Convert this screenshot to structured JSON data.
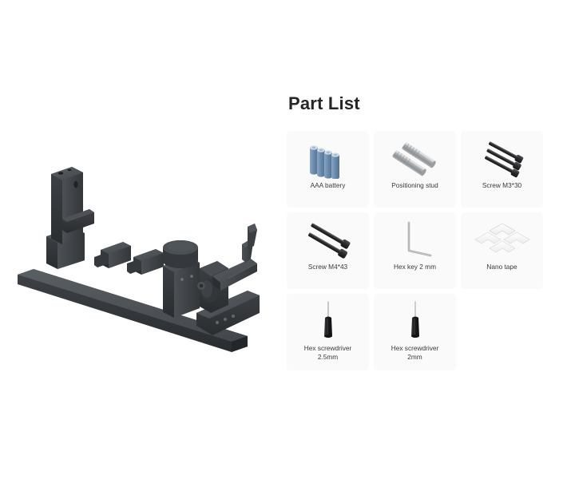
{
  "page": {
    "background_color": "#ffffff"
  },
  "product_figure": {
    "name": "3d-product-assembly-render",
    "description": "Dark metal desk-mount assembly: long base rail, tower bracket, two wedge blocks, knob clamp assembly",
    "body_color": "#3c3f43",
    "shadow_color": "#2a2c2f",
    "highlight_color": "#55595e",
    "components": [
      "base-rail",
      "tower-bracket",
      "wedge-block-left",
      "wedge-block-right",
      "knob-post",
      "clamp-arm"
    ]
  },
  "partlist": {
    "title": "Part List",
    "title_color": "#262626",
    "card_background": "#fafafa",
    "label_color": "#3a3a3a",
    "columns": 3,
    "items": [
      {
        "id": "aaa-battery",
        "label": "AAA battery",
        "icon": "battery-icon",
        "count": 4,
        "color": "#6e8fb3",
        "accent_color": "#b9c9da"
      },
      {
        "id": "positioning-stud",
        "label": "Positioning stud",
        "icon": "stud-icon",
        "count": 2,
        "color": "#b4b7ba",
        "accent_color": "#8e9194"
      },
      {
        "id": "screw-m3-30",
        "label": "Screw M3*30",
        "icon": "screw-icon",
        "count": 3,
        "color": "#2e2e30",
        "accent_color": "#4a4a4d"
      },
      {
        "id": "screw-m4-43",
        "label": "Screw M4*43",
        "icon": "screw-icon",
        "count": 2,
        "color": "#2e2e30",
        "accent_color": "#4a4a4d"
      },
      {
        "id": "hex-key-2mm",
        "label": "Hex key 2 mm",
        "icon": "hex-key-icon",
        "count": 1,
        "color": "#a9acaf",
        "accent_color": "#8e9194"
      },
      {
        "id": "nano-tape",
        "label": "Nano tape",
        "icon": "nano-tape-icon",
        "count": 4,
        "color": "#f2f2f2",
        "accent_color": "#d6d6d6"
      },
      {
        "id": "hex-screwdriver-2-5mm",
        "label": "Hex screwdriver\n2.5mm",
        "icon": "screwdriver-icon",
        "count": 1,
        "color": "#232325",
        "accent_color": "#aeb1b4"
      },
      {
        "id": "hex-screwdriver-2mm",
        "label": "Hex screwdriver\n2mm",
        "icon": "screwdriver-icon",
        "count": 1,
        "color": "#232325",
        "accent_color": "#aeb1b4"
      },
      {
        "id": "empty-slot",
        "label": "",
        "icon": "none",
        "count": 0,
        "color": "#ffffff",
        "accent_color": "#ffffff"
      }
    ]
  }
}
